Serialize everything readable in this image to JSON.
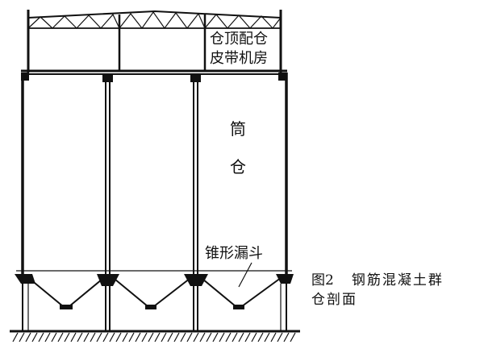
{
  "labels": {
    "roof_room": [
      "仓顶配仓",
      "皮带机房"
    ],
    "silo": [
      "筒",
      "仓"
    ],
    "hopper": "锥形漏斗"
  },
  "caption": {
    "number": "图2",
    "text_line1": "钢筋混凝土群",
    "text_line2": "仓剖面"
  }
}
